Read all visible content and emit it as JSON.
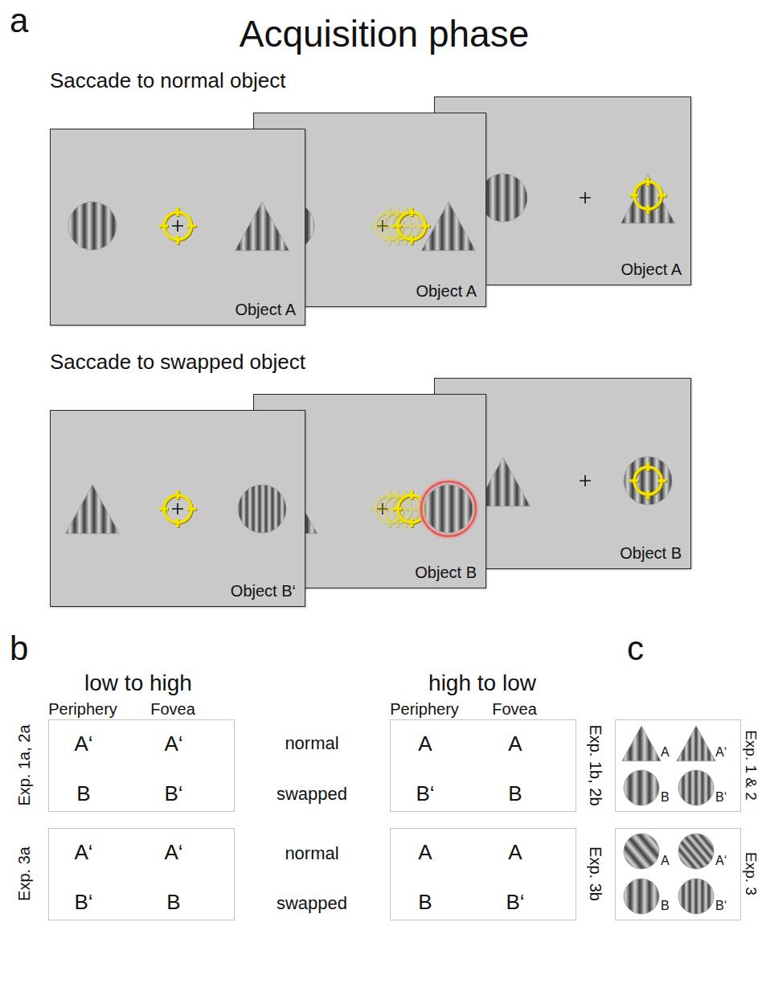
{
  "diagram": {
    "title": "Acquisition phase",
    "nodes": [
      {
        "text": [
          "Object A"
        ]
      },
      {
        "text": [
          "Object A"
        ]
      },
      {
        "text": [
          "Object A"
        ]
      },
      {
        "text": [
          "Object B‘"
        ]
      },
      {
        "text": [
          "Object B"
        ]
      },
      {
        "text": [
          "Object B"
        ]
      },
      {
        "text": [
          "A‘",
          "A‘",
          "B",
          "B‘"
        ]
      },
      {
        "text": [
          "A",
          "A",
          "B‘",
          "B"
        ]
      },
      {
        "text": [
          "A",
          "A‘",
          "B",
          "B‘"
        ]
      },
      {
        "text": [
          "A‘",
          "A‘",
          "B‘",
          "B"
        ]
      },
      {
        "text": [
          "A",
          "A",
          "B",
          "B‘"
        ]
      },
      {
        "text": [
          "A",
          "A‘",
          "B",
          "B‘"
        ]
      }
    ],
    "labels": [
      "a",
      "Saccade to normal object",
      "Saccade to swapped object",
      "b",
      "c",
      "low to high",
      "high to low",
      "Periphery",
      "Fovea",
      "Periphery",
      "Fovea",
      "Exp. 1a, 2a",
      "Exp. 3a",
      "normal",
      "swapped",
      "normal",
      "swapped",
      "Exp. 1b, 2b",
      "Exp. 3b",
      "Exp. 1 & 2",
      "Exp. 3"
    ]
  }
}
